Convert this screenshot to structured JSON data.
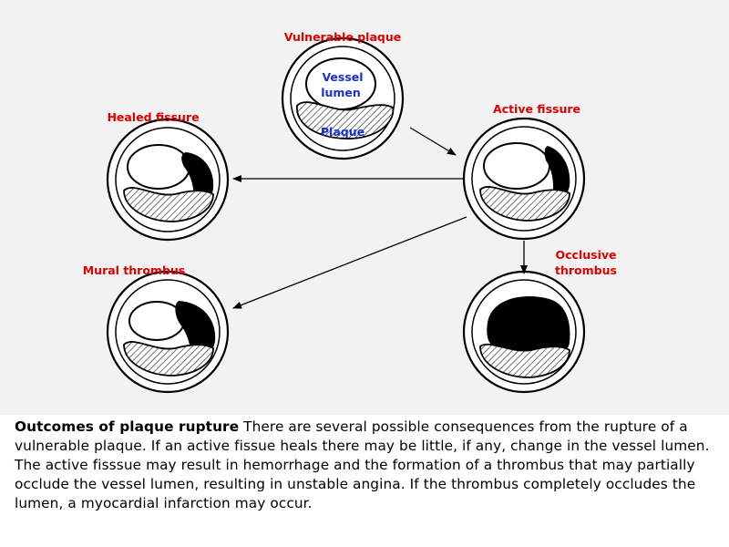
{
  "figure": {
    "labels": {
      "vulnerable_plaque": "Vulnerable plaque",
      "vessel": "Vessel",
      "lumen": "lumen",
      "plaque": "Plaque",
      "healed_fissure": "Healed fissure",
      "active_fissure": "Active fissure",
      "mural_thrombus": "Mural thrombus",
      "occlusive_line1": "Occlusive",
      "occlusive_line2": "thrombus"
    },
    "colors": {
      "label_red": "#e00000",
      "label_blue": "#1b2fd6",
      "background": "#f2f2f2"
    }
  },
  "caption": {
    "title": "Outcomes of plaque rupture",
    "body": "There are several possible consequences from the rupture of a vulnerable plaque. If an active fissue heals there may be little, if any, change in the vessel lumen. The active fisssue may result in hemorrhage and the formation of a thrombus that may partially occlude the vessel lumen, resulting in unstable angina. If the thrombus completely occludes the lumen, a myocardial infarction may occur."
  }
}
